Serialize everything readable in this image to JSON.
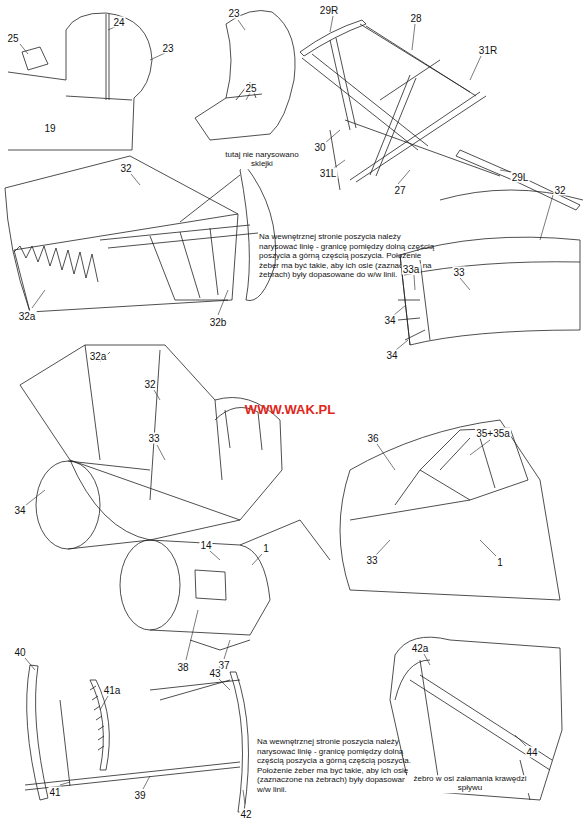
{
  "diagram": {
    "labels": [
      "25",
      "24",
      "23",
      "19",
      "23",
      "25",
      "29R",
      "28",
      "31R",
      "30",
      "31L",
      "27",
      "29L",
      "tutaj nie narysowano sklejki",
      "32",
      "32a",
      "32b",
      "Na wewnętrznej stronie poszycia należy narysować linię - granicę pomiędzy dolną częścią poszycia a górną częścią poszycia. Położenie żeber ma być takie, aby ich osie (zaznaczone na żebrach) były dopasowane do w/w linii.",
      "32",
      "33a",
      "33",
      "34",
      "34",
      "32a",
      "32",
      "33",
      "34",
      "WWW.WAK.PL",
      "36",
      "35+35a",
      "33",
      "1",
      "14",
      "1",
      "38",
      "37",
      "40",
      "41a",
      "41",
      "39",
      "43",
      "42",
      "Na wewnętrznej stronie poszycia należy narysować linię - granicę pomiędzy dolną częścią poszycia a górną częścią poszycia. Położenie żeber ma być takie, aby ich osie (zaznaczone na żebrach) były dopasowane do w/w linii.",
      "42a",
      "44",
      "żebro w osi załamania krawędzi spływu"
    ]
  }
}
